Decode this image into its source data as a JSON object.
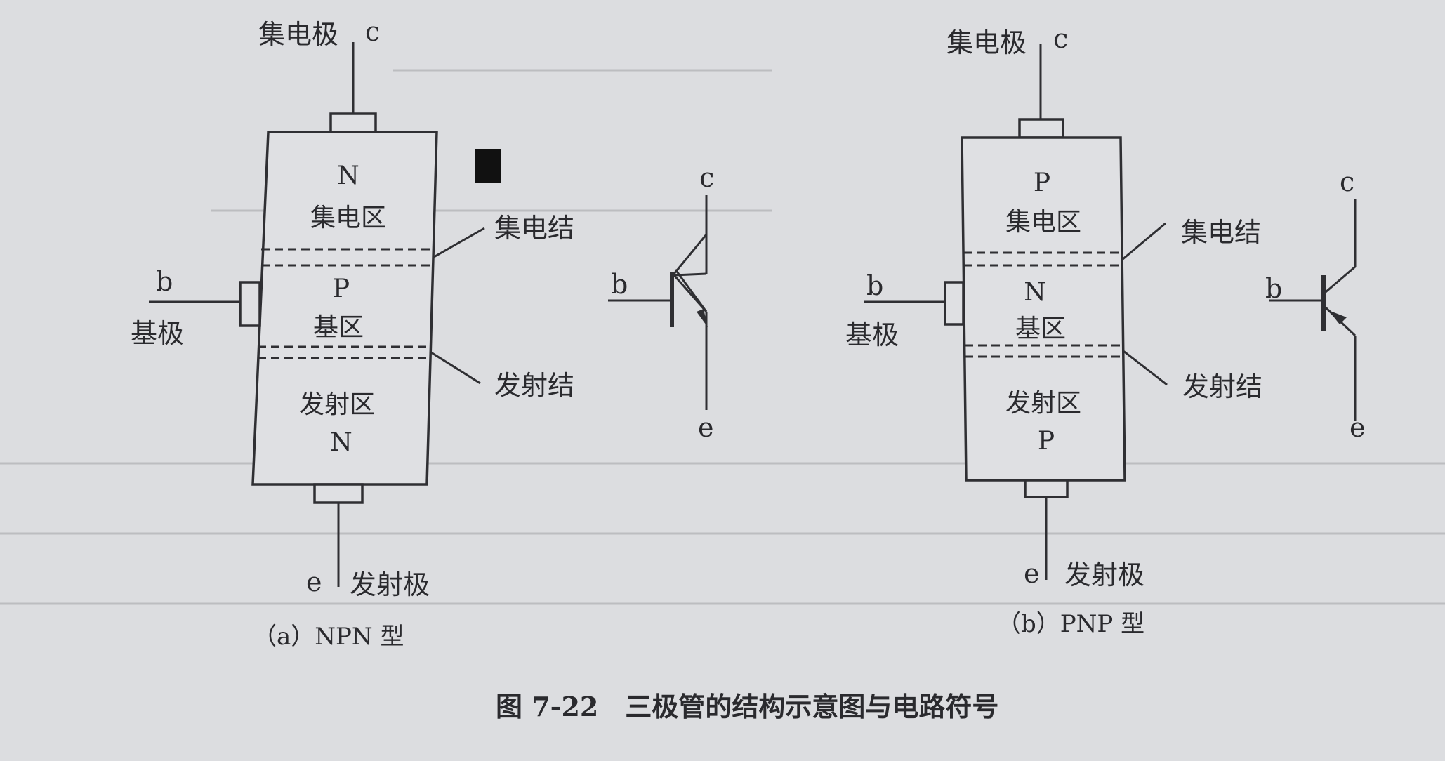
{
  "npn": {
    "collector_lead": "c",
    "collector_electrode": "集电极",
    "region_top_type": "N",
    "region_top_name": "集电区",
    "region_mid_type": "P",
    "region_mid_name": "基区",
    "region_bot_name": "发射区",
    "region_bot_type": "N",
    "base_lead": "b",
    "base_electrode": "基极",
    "emitter_lead": "e",
    "emitter_electrode": "发射极",
    "collector_junction": "集电结",
    "emitter_junction": "发射结",
    "caption": "（a）NPN 型",
    "symbol": {
      "c": "c",
      "b": "b",
      "e": "e"
    }
  },
  "pnp": {
    "collector_lead": "c",
    "collector_electrode": "集电极",
    "region_top_type": "P",
    "region_top_name": "集电区",
    "region_mid_type": "N",
    "region_mid_name": "基区",
    "region_bot_name": "发射区",
    "region_bot_type": "P",
    "base_lead": "b",
    "base_electrode": "基极",
    "emitter_lead": "e",
    "emitter_electrode": "发射极",
    "collector_junction": "集电结",
    "emitter_junction": "发射结",
    "caption": "（b）PNP 型",
    "symbol": {
      "c": "c",
      "b": "b",
      "e": "e"
    }
  },
  "figure_title": "图 7-22　三极管的结构示意图与电路符号"
}
